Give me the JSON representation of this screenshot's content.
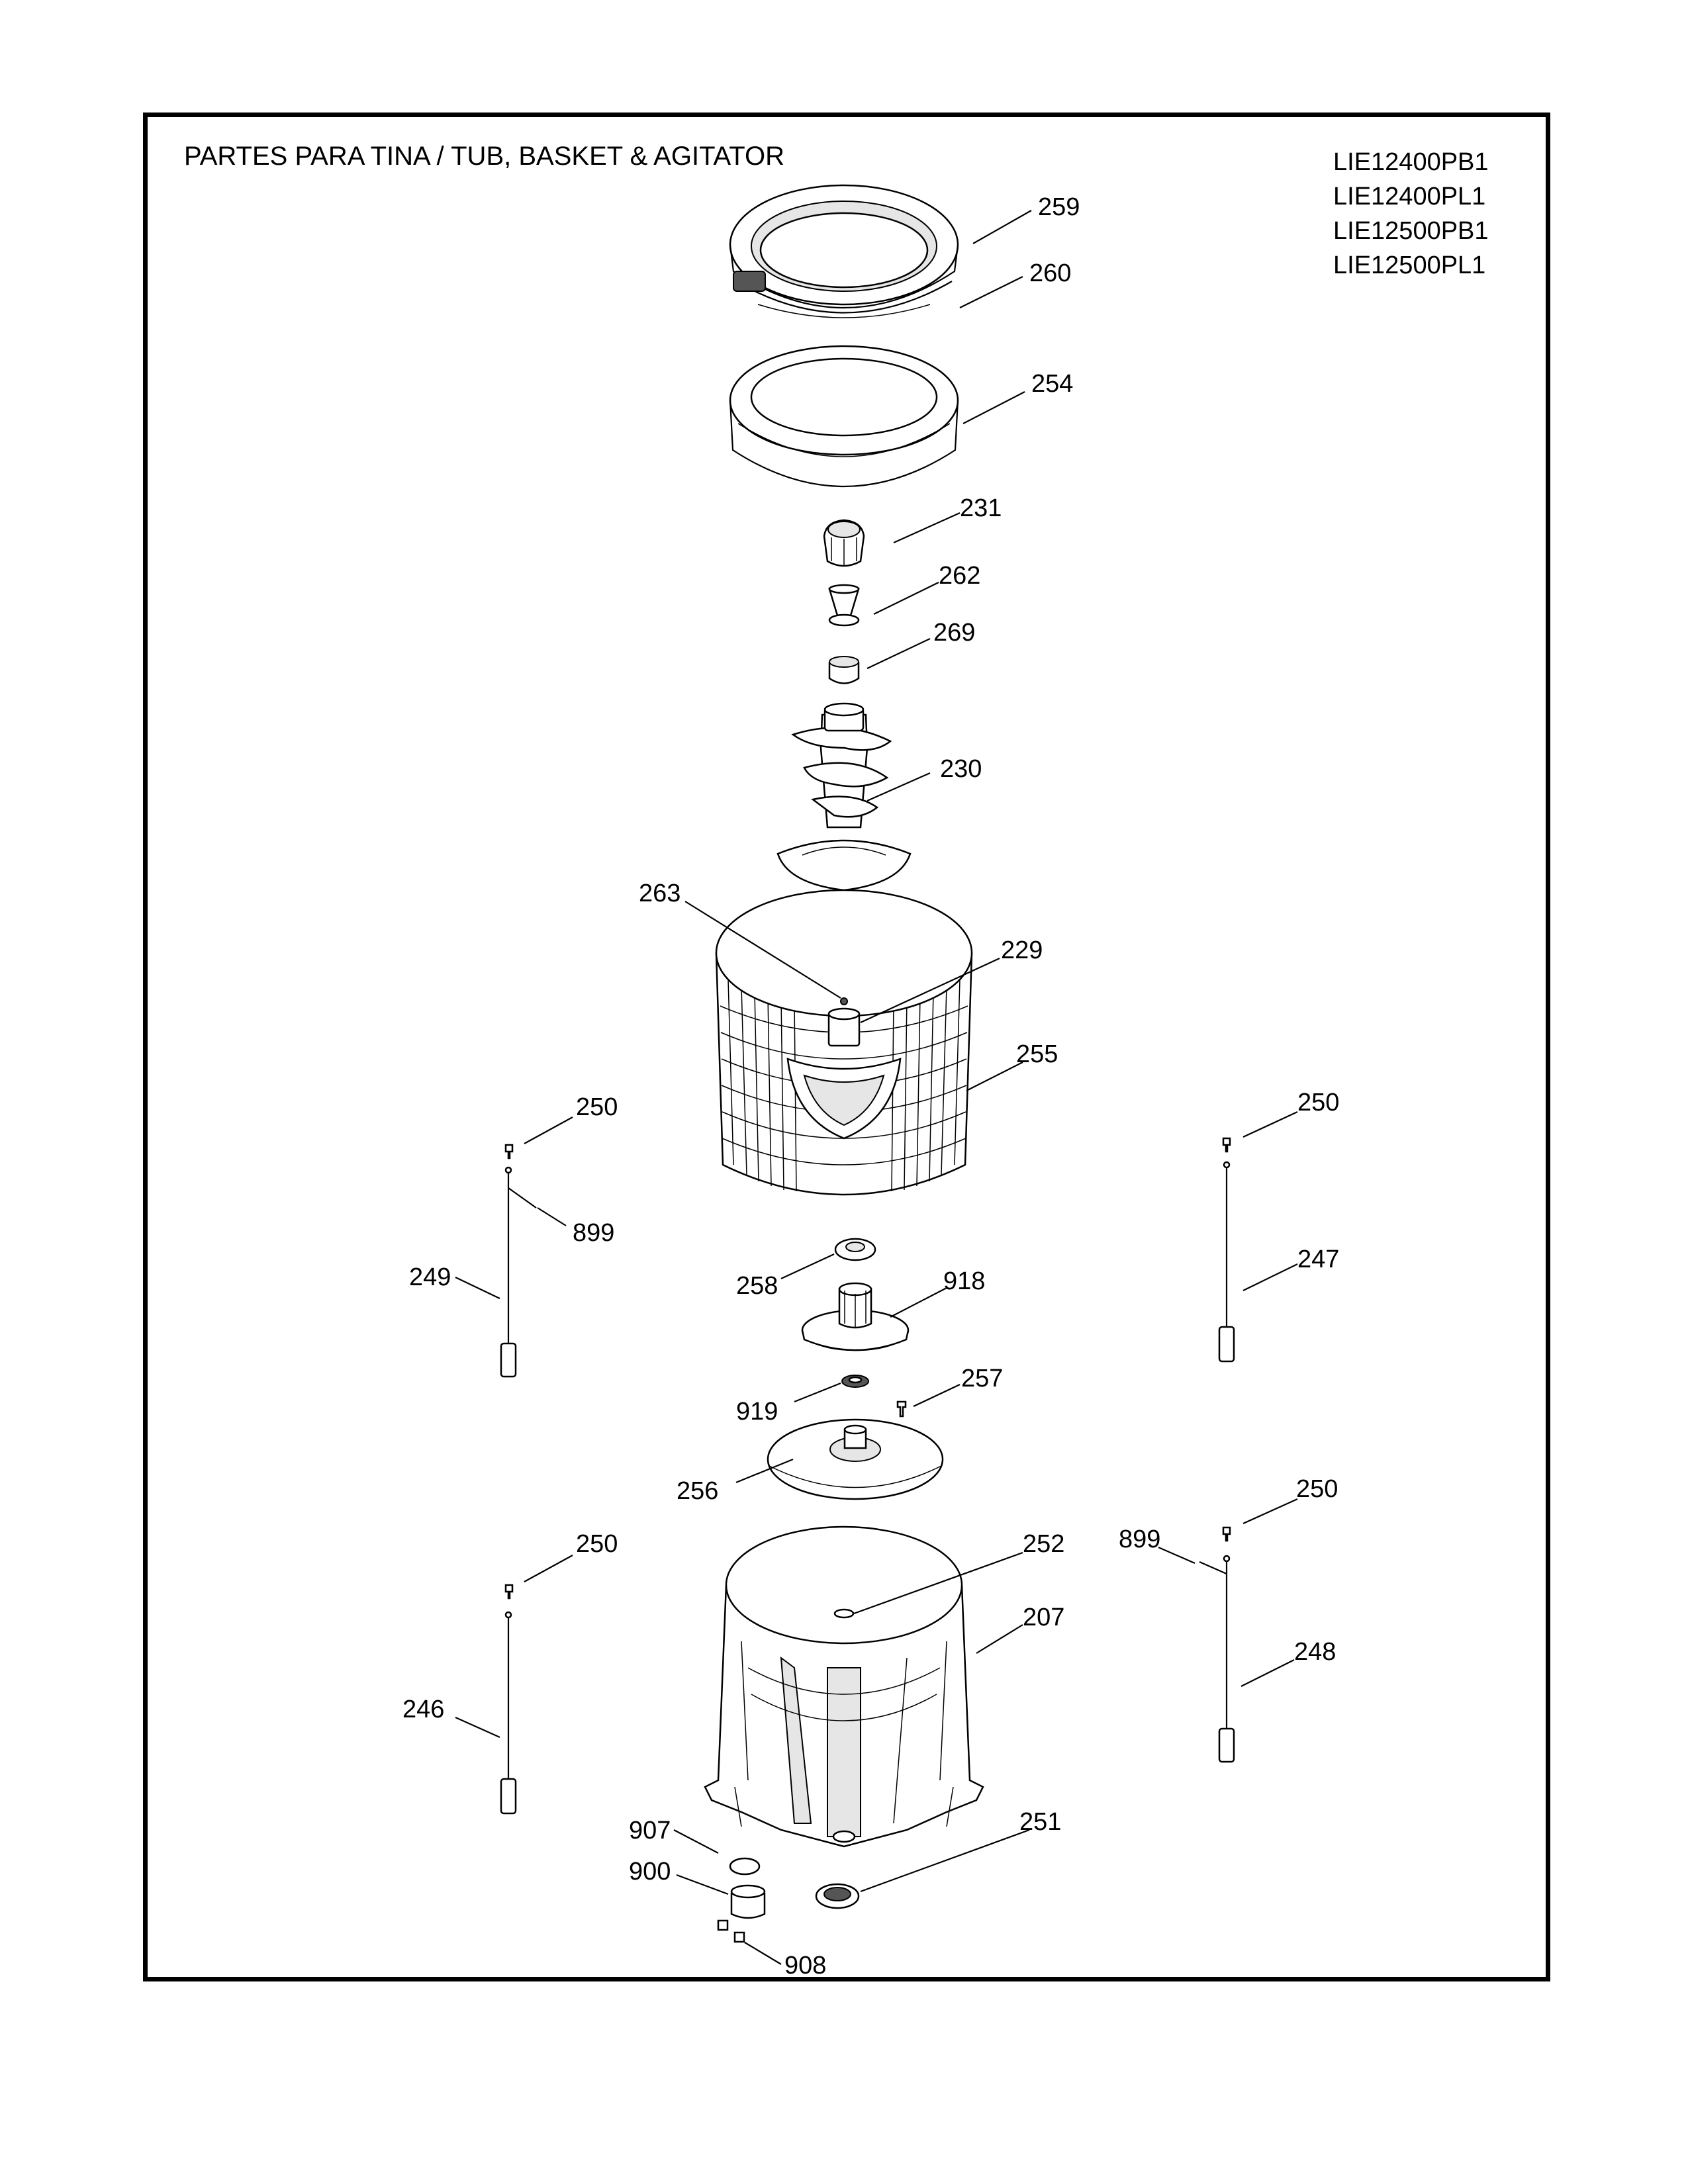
{
  "title": "PARTES PARA TINA  /  TUB, BASKET & AGITATOR",
  "models": [
    "LIE12400PB1",
    "LIE12400PL1",
    "LIE12500PB1",
    "LIE12500PL1"
  ],
  "callouts": {
    "c259": "259",
    "c260": "260",
    "c254": "254",
    "c231": "231",
    "c262": "262",
    "c269": "269",
    "c230": "230",
    "c263": "263",
    "c229": "229",
    "c255": "255",
    "c250a": "250",
    "c250b": "250",
    "c250c": "250",
    "c250d": "250",
    "c899a": "899",
    "c899b": "899",
    "c249": "249",
    "c247": "247",
    "c258": "258",
    "c918": "918",
    "c919": "919",
    "c257": "257",
    "c256": "256",
    "c252": "252",
    "c207": "207",
    "c246": "246",
    "c248": "248",
    "c907": "907",
    "c900": "900",
    "c251": "251",
    "c908": "908"
  }
}
